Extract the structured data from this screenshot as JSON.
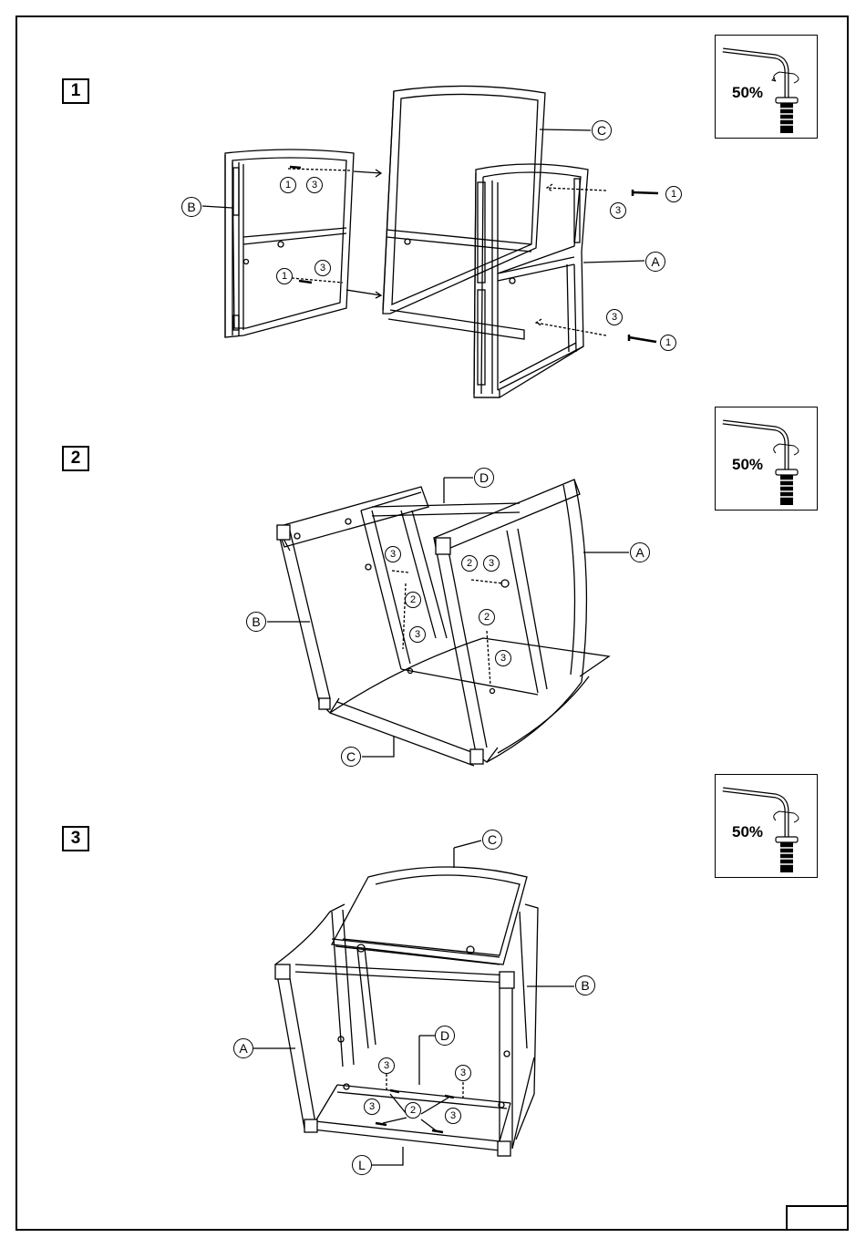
{
  "steps": [
    {
      "number": "1",
      "tool_percent": "50%",
      "parts": [
        "C",
        "B",
        "A"
      ],
      "hardware": [
        "1",
        "3",
        "1",
        "3",
        "1",
        "3",
        "1",
        "3"
      ]
    },
    {
      "number": "2",
      "tool_percent": "50%",
      "parts": [
        "D",
        "A",
        "B",
        "C"
      ],
      "hardware": [
        "3",
        "2",
        "3",
        "2",
        "3",
        "2",
        "3"
      ]
    },
    {
      "number": "3",
      "tool_percent": "50%",
      "parts": [
        "C",
        "B",
        "A",
        "D",
        "L"
      ],
      "hardware": [
        "3",
        "3",
        "3",
        "2",
        "3"
      ]
    }
  ],
  "icons": {
    "tool": "allen-key-screw-icon",
    "arrow": "rotate-arrow-icon"
  },
  "colors": {
    "line": "#000000",
    "background": "#ffffff"
  }
}
